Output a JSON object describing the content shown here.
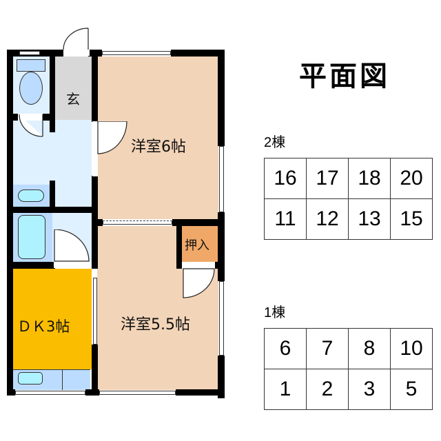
{
  "title": "平面図",
  "colors": {
    "wall": "#000000",
    "western_room": "#f2d4b8",
    "closet": "#f0a868",
    "dk": "#fbbd00",
    "wet_area": "#dff0ff",
    "fixture": "#bcdcff",
    "fixture_inner": "#aef2ff",
    "entrance": "#d8d8d8"
  },
  "rooms": {
    "entrance": "玄",
    "western_6": "洋室6帖",
    "closet": "押入",
    "western_5_5": "洋室5.5帖",
    "dk": "ＤＫ3帖"
  },
  "buildings": [
    {
      "label": "2棟",
      "rows": [
        [
          "16",
          "17",
          "18",
          "20"
        ],
        [
          "11",
          "12",
          "13",
          "15"
        ]
      ]
    },
    {
      "label": "1棟",
      "rows": [
        [
          "6",
          "7",
          "8",
          "10"
        ],
        [
          "1",
          "2",
          "3",
          "5"
        ]
      ]
    }
  ]
}
